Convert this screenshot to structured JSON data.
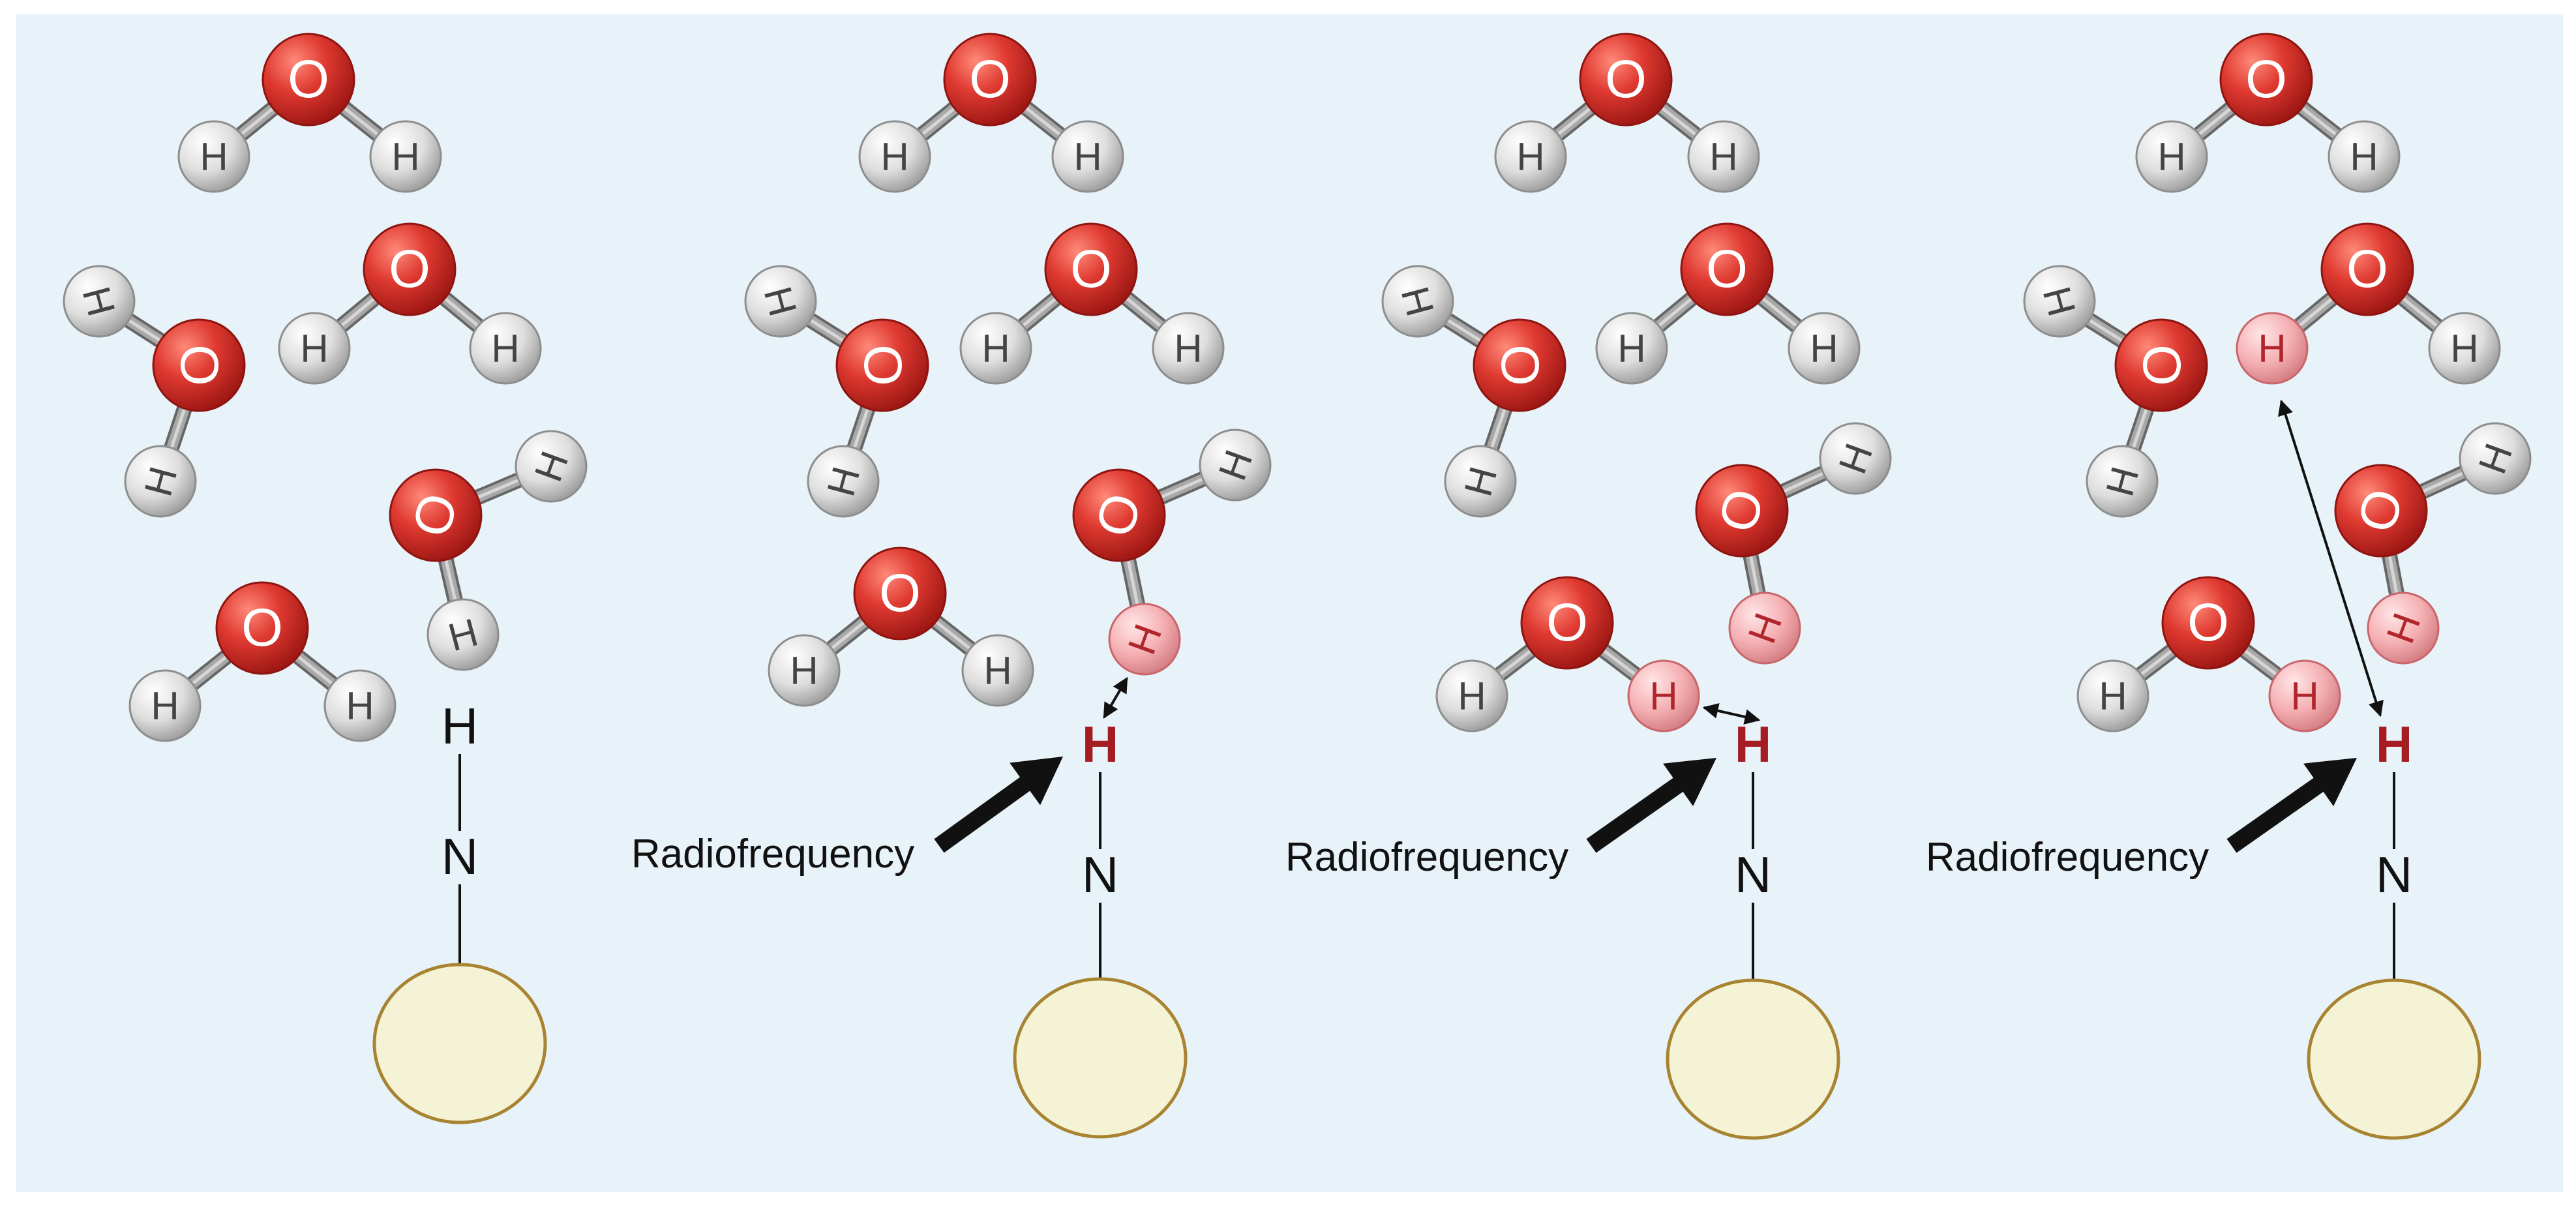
{
  "labels": {
    "oxygen": "O",
    "hydrogen": "H",
    "nitrogen": "N",
    "radiofrequency": "Radiofrequency"
  },
  "colors": {
    "background": "#e8f3f9",
    "oxygen": "#d62f2c",
    "hydrogen": "#dcdcdc",
    "hydrogen_highlight": "#f7b6b8",
    "amide_h_highlight": "#a51d22",
    "bead_fill": "#f5f3d6",
    "bead_stroke": "#a88432",
    "arrow": "#111111"
  },
  "panels": [
    {
      "name": "panel-1",
      "radiofrequency_shown": false,
      "exchange": "none"
    },
    {
      "name": "panel-2",
      "radiofrequency_shown": true,
      "exchange": "near-contact"
    },
    {
      "name": "panel-3",
      "radiofrequency_shown": true,
      "exchange": "adjacent-contact"
    },
    {
      "name": "panel-4",
      "radiofrequency_shown": true,
      "exchange": "long-range"
    }
  ]
}
